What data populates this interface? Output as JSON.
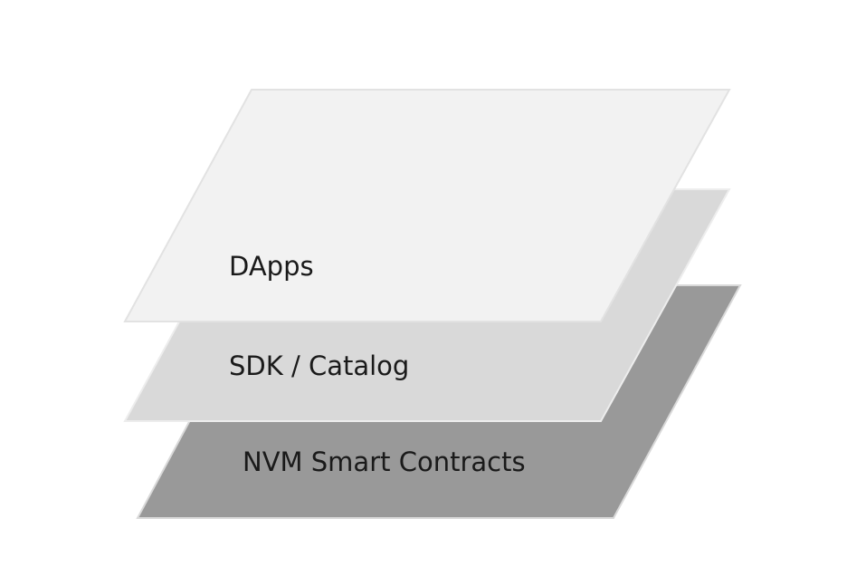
{
  "layers": [
    {
      "label": "NVM Smart Contracts",
      "fill": "#999999",
      "stroke": "#d9d9d9"
    },
    {
      "label": "SDK / Catalog",
      "fill": "#d9d9d9",
      "stroke": "#ededed"
    },
    {
      "label": "DApps",
      "fill": "#f2f2f2",
      "stroke": "#e2e2e2"
    }
  ]
}
